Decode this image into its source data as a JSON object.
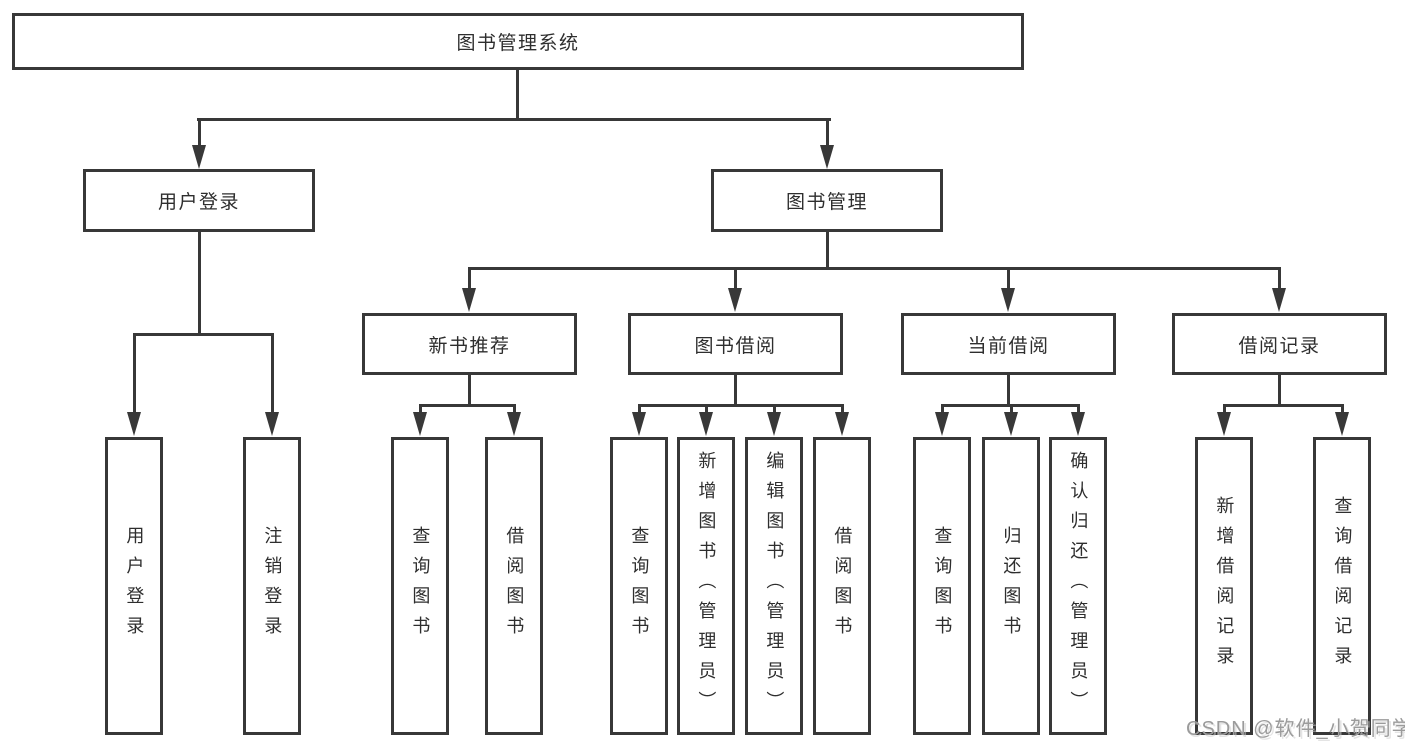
{
  "nodes": {
    "root": "图书管理系统",
    "level2": [
      "用户登录",
      "图书管理"
    ],
    "level3": [
      "新书推荐",
      "图书借阅",
      "当前借阅",
      "借阅记录"
    ],
    "leaves": {
      "user_login": [
        "用户登录",
        "注销登录"
      ],
      "new_book": [
        "查询图书",
        "借阅图书"
      ],
      "book_borrow": [
        "查询图书",
        "新增图书（管理员）",
        "编辑图书（管理员）",
        "借阅图书"
      ],
      "current_borrow": [
        "查询图书",
        "归还图书",
        "确认归还（管理员）"
      ],
      "borrow_records": [
        "新增借阅记录",
        "查询借阅记录"
      ]
    }
  },
  "watermark": {
    "text": "CSDN @软件_小贺同学"
  },
  "colors": {
    "line": "#383838",
    "text": "#2e2e2e",
    "watermark": "#9b9b9b",
    "background": "#ffffff"
  }
}
